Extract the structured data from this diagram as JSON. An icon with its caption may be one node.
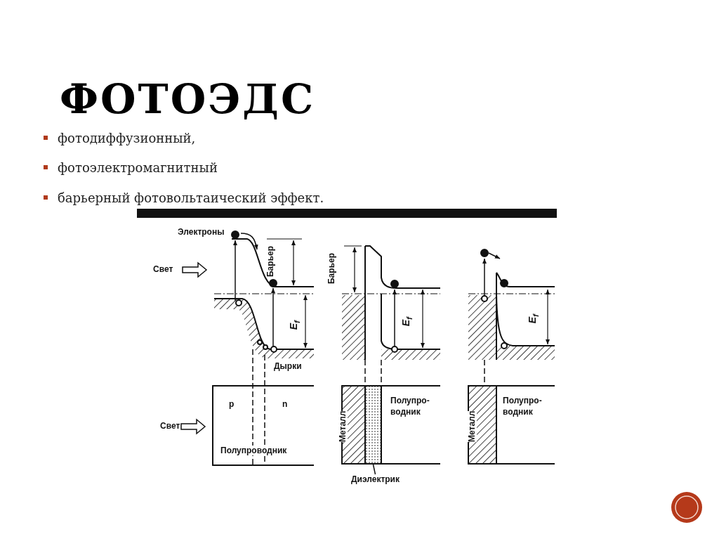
{
  "diagram": {
    "title": "ФОТОЭДС",
    "nodes": [
      {
        "text": [
          "Диэлектрик"
        ]
      },
      {
        "text": [],
        "shape": "bar"
      }
    ],
    "edges": [
      {
        "from": 0,
        "to": 1,
        "arrow": "none"
      }
    ],
    "labels": [
      "фотодиффузионный,",
      "фотоэлектромагнитный",
      "барьерный фотовольтаический эффект.",
      "Электроны",
      "Барьер",
      "Свет",
      "Барьер",
      "E$_{f}$",
      "E$_{f}$",
      "E$_{f}$",
      "Дырки",
      "p",
      "n",
      "Полупро- водник",
      "Полупро- водник",
      "Свет",
      "Металл",
      "Металл",
      "Полупроводник"
    ]
  }
}
